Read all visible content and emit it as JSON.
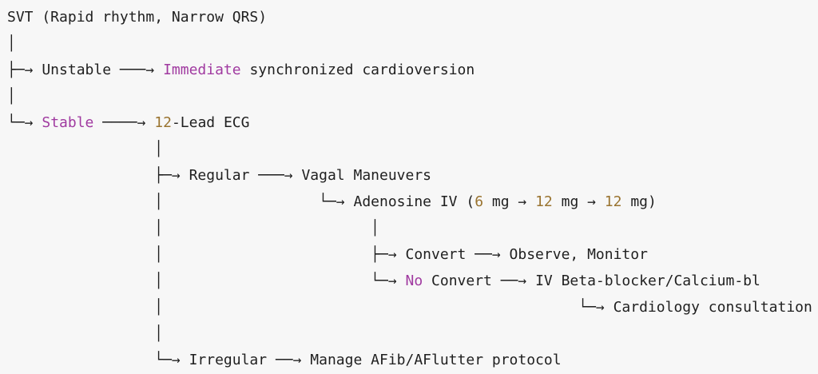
{
  "colors": {
    "keyword": "#a03aa0",
    "number": "#9a7430",
    "text": "#1f1f1f",
    "background": "#f7f7f7"
  },
  "lines": [
    [
      {
        "t": "SVT (Rapid rhythm, Narrow QRS)"
      }
    ],
    [
      {
        "t": "│"
      }
    ],
    [
      {
        "t": "├─→ Unstable ───→ "
      },
      {
        "t": "Immediate",
        "c": "kw"
      },
      {
        "t": " synchronized cardioversion"
      }
    ],
    [
      {
        "t": "│"
      }
    ],
    [
      {
        "t": "└─→ "
      },
      {
        "t": "Stable",
        "c": "kw"
      },
      {
        "t": " ────→ "
      },
      {
        "t": "12",
        "c": "num"
      },
      {
        "t": "-Lead ECG"
      }
    ],
    [
      {
        "t": "                 │"
      }
    ],
    [
      {
        "t": "                 ├─→ Regular ───→ Vagal Maneuvers"
      }
    ],
    [
      {
        "t": "                 │                  └─→ Adenosine IV ("
      },
      {
        "t": "6",
        "c": "num"
      },
      {
        "t": " mg → "
      },
      {
        "t": "12",
        "c": "num"
      },
      {
        "t": " mg → "
      },
      {
        "t": "12",
        "c": "num"
      },
      {
        "t": " mg)"
      }
    ],
    [
      {
        "t": "                 │                        │"
      }
    ],
    [
      {
        "t": "                 │                        ├─→ Convert ──→ Observe, Monitor"
      }
    ],
    [
      {
        "t": "                 │                        └─→ "
      },
      {
        "t": "No",
        "c": "kw"
      },
      {
        "t": " Convert ──→ IV Beta-blocker/Calcium-bl"
      }
    ],
    [
      {
        "t": "                 │                                                └─→ Cardiology consultation"
      }
    ],
    [
      {
        "t": "                 │"
      }
    ],
    [
      {
        "t": "                 └─→ Irregular ──→ Manage AFib/AFlutter protocol"
      }
    ]
  ]
}
